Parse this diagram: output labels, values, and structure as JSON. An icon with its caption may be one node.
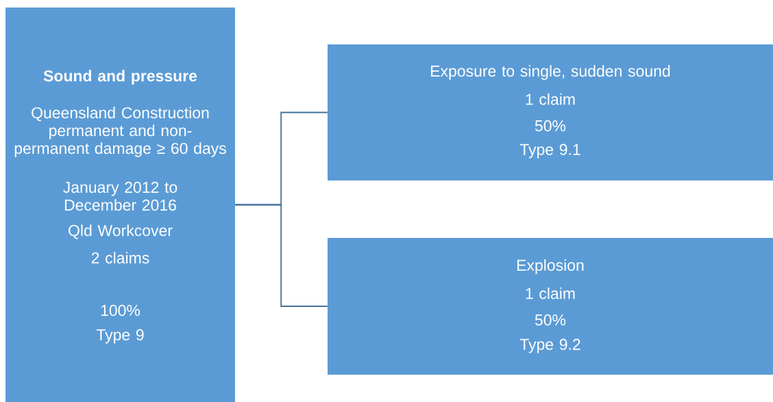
{
  "diagram": {
    "nodes": [
      {
        "text": [
          "Sound and pressure",
          "Queensland Construction permanent and non-permanent damage ≥ 60 days",
          "January 2012 to December 2016",
          "Qld Workcover",
          "2 claims",
          "100%",
          "Type 9"
        ]
      },
      {
        "text": [
          "Exposure to single, sudden sound",
          "1 claim",
          "50%",
          "Type 9.1"
        ]
      },
      {
        "text": [
          "Explosion",
          "1 claim",
          "50%",
          "Type 9.2"
        ]
      }
    ],
    "edges": [
      {
        "from": 0,
        "to": 1,
        "arrow": "none"
      },
      {
        "from": 0,
        "to": 2,
        "arrow": "none"
      }
    ]
  }
}
